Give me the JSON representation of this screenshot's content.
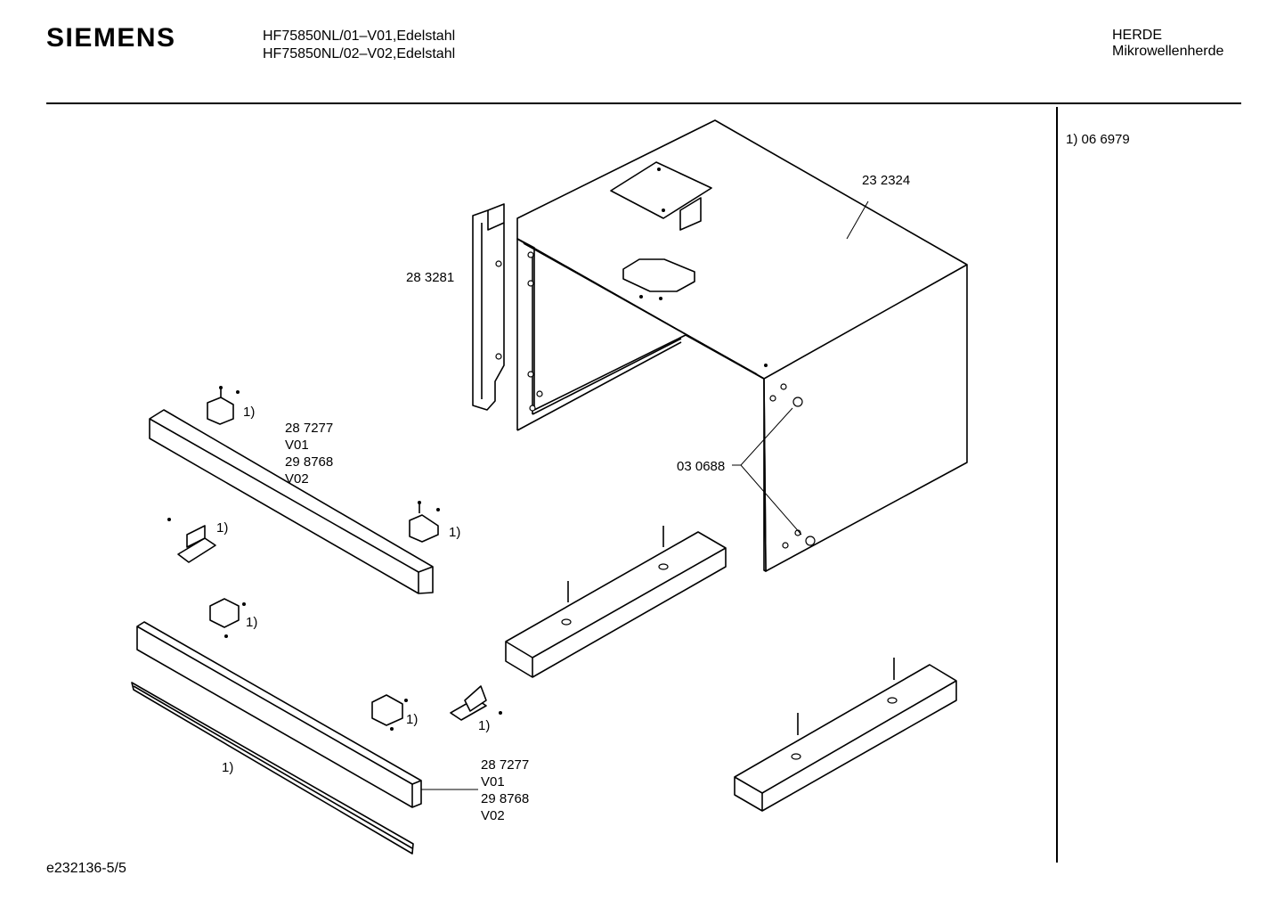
{
  "header": {
    "brand": "SIEMENS",
    "models": [
      "HF75850NL/01–V01,Edelstahl",
      "HF75850NL/02–V02,Edelstahl"
    ],
    "category": "HERDE",
    "subcategory": "Mikrowellenherde"
  },
  "side_note": "1)  06 6979",
  "footer": "e232136-5/5",
  "labels": {
    "housing": "23 2324",
    "side_rail": "28 3281",
    "top_trim_lines": [
      "28 7277",
      "V01",
      "29 8768",
      "V02"
    ],
    "bottom_trim_lines": [
      "28 7277",
      "V01",
      "29 8768",
      "V02"
    ],
    "spacer": "03 0688",
    "footnote_marker": "1)"
  },
  "parts": [
    {
      "id": "housing",
      "icon": "housing-cabinet"
    },
    {
      "id": "side-rail",
      "icon": "side-rail-profile"
    },
    {
      "id": "top-trim-strip",
      "icon": "trim-strip"
    },
    {
      "id": "bottom-trim-strip",
      "icon": "trim-strip"
    },
    {
      "id": "cover-strip",
      "icon": "flat-strip"
    },
    {
      "id": "brackets",
      "icon": "angle-bracket"
    },
    {
      "id": "feet",
      "icon": "wooden-foot-block"
    },
    {
      "id": "screws",
      "icon": "screw"
    }
  ]
}
